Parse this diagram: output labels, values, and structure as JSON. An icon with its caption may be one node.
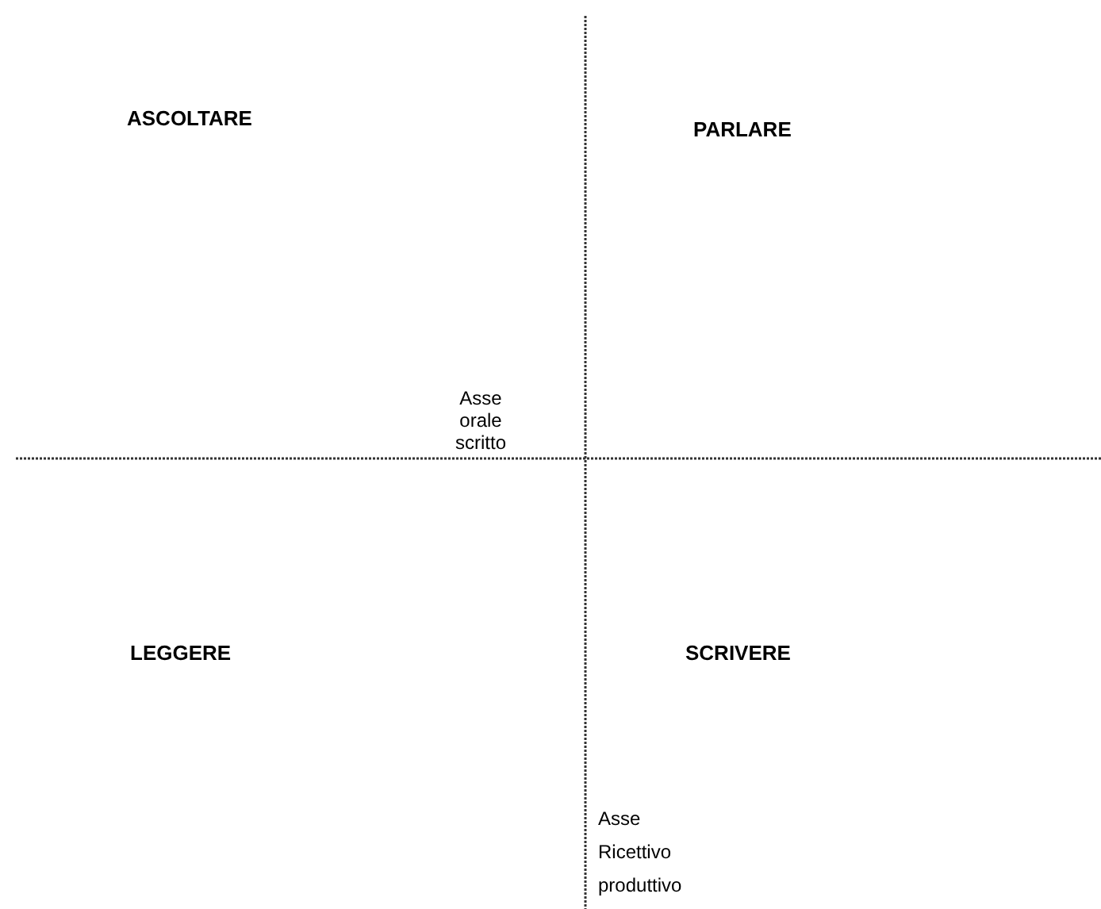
{
  "diagram": {
    "labels": [
      "ASCOLTARE",
      "PARLARE",
      "Asse orale scritto",
      "LEGGERE",
      "SCRIVERE",
      "Asse Ricettivo produttivo"
    ]
  }
}
